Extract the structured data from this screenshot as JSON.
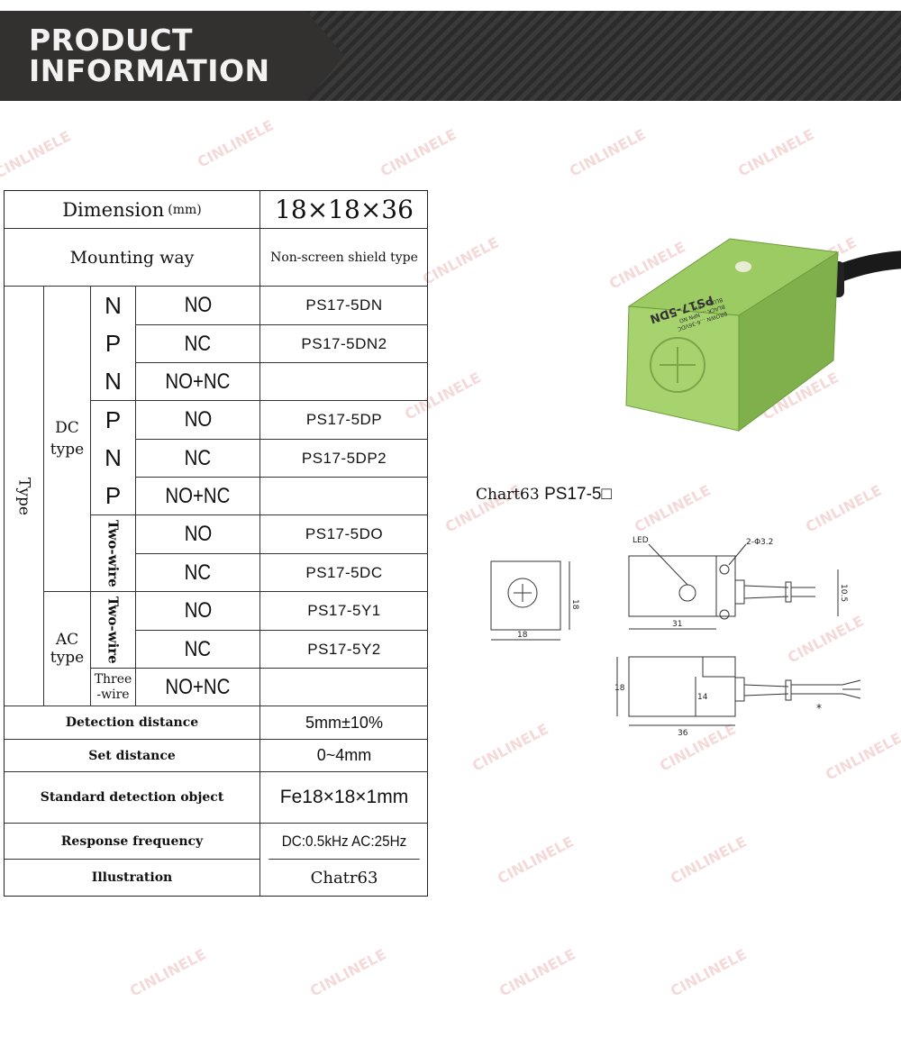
{
  "header": {
    "line1": "PRODUCT",
    "line2": "INFORMATION"
  },
  "watermark": "CINLINELE",
  "table": {
    "dimension_label": "Dimension",
    "dimension_unit": "(mm)",
    "dimension_value": "18×18×36",
    "mounting_label": "Mounting way",
    "mounting_value": "Non-screen shield type",
    "type_label": "Type",
    "dc_label": "DC type",
    "ac_label": "AC type",
    "npn": [
      "N",
      "P",
      "N"
    ],
    "pnp": [
      "P",
      "N",
      "P"
    ],
    "two_wire": "Two-wire",
    "three_wire": "Three -wire",
    "rows": [
      {
        "contact": "NO",
        "model": "PS17-5DN"
      },
      {
        "contact": "NC",
        "model": "PS17-5DN2"
      },
      {
        "contact": "NO+NC",
        "model": ""
      },
      {
        "contact": "NO",
        "model": "PS17-5DP"
      },
      {
        "contact": "NC",
        "model": "PS17-5DP2"
      },
      {
        "contact": "NO+NC",
        "model": ""
      },
      {
        "contact": "NO",
        "model": "PS17-5DO"
      },
      {
        "contact": "NC",
        "model": "PS17-5DC"
      },
      {
        "contact": "NO",
        "model": "PS17-5Y1"
      },
      {
        "contact": "NC",
        "model": "PS17-5Y2"
      },
      {
        "contact": "NO+NC",
        "model": ""
      }
    ],
    "detection_label": "Detection distance",
    "detection_value": "5mm±10%",
    "set_label": "Set distance",
    "set_value": "0~4mm",
    "object_label": "Standard detection object",
    "object_value": "Fe18×18×1mm",
    "freq_label": "Response frequency",
    "freq_value": "DC:0.5kHz AC:25Hz",
    "illus_label": "Illustration",
    "illus_value": "Chatr63"
  },
  "product": {
    "label_text": "PS17-5DN",
    "brown_text": "BROWN ...6-36VDC",
    "black_text": "BLACK ... NPN NO",
    "blue_text": "BLUE ... 0V"
  },
  "chart": {
    "label": "Chart63",
    "model": "PS17-5□",
    "led": "LED",
    "holes": "2-Φ3.2",
    "dim_18a": "18",
    "dim_18b": "18",
    "dim_31": "31",
    "dim_105": "10.5",
    "dim_18c": "18",
    "dim_14": "14",
    "dim_36": "36",
    "star": "*"
  },
  "colors": {
    "banner": "#333030",
    "sensor_body": "#8fc35a",
    "sensor_face": "#a3d16c"
  }
}
